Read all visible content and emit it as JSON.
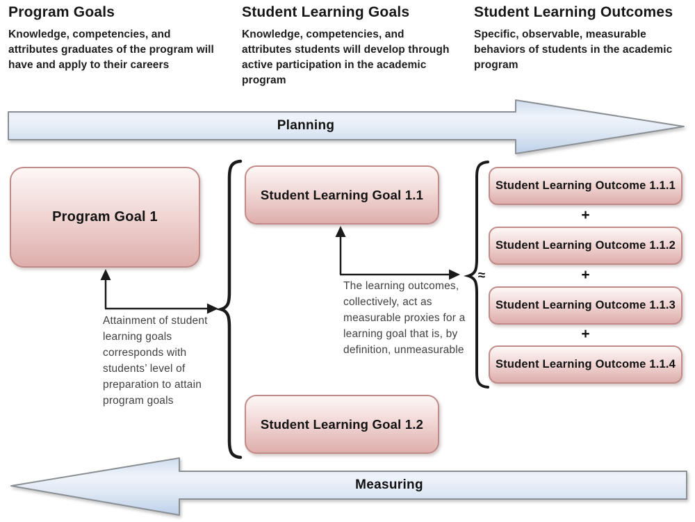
{
  "columns": [
    {
      "title": "Program Goals",
      "description": "Knowledge, competencies, and attributes graduates of the program will have and apply to their careers"
    },
    {
      "title": "Student Learning Goals",
      "description": "Knowledge, competencies, and attributes students will develop through active participation in the academic program"
    },
    {
      "title": "Student Learning Outcomes",
      "description": "Specific, observable, measurable behaviors of students in the academic program"
    }
  ],
  "arrows": {
    "planning_label": "Planning",
    "measuring_label": "Measuring"
  },
  "boxes": {
    "program_goal": "Program Goal 1",
    "learning_goal_1": "Student Learning Goal 1.1",
    "learning_goal_2": "Student Learning Goal 1.2",
    "outcomes": [
      "Student Learning Outcome 1.1.1",
      "Student Learning Outcome 1.1.2",
      "Student Learning Outcome 1.1.3",
      "Student Learning Outcome 1.1.4"
    ]
  },
  "operators": {
    "plus": "+",
    "approx": "≈"
  },
  "annotations": {
    "goal_attainment": "Attainment of student learning goals corresponds with students’ level of preparation to attain program goals",
    "outcome_proxy": "The learning outcomes, collectively, act as measurable proxies for a learning goal that is, by definition, unmeasurable"
  },
  "colors": {
    "pink_top": "#fdf7f6",
    "pink_mid": "#f0d6d4",
    "pink_bottom": "#deaeac",
    "pink_border": "#c08a88",
    "blue_1": "#cfdcee",
    "blue_2": "#eff4fa",
    "blue_3": "#dfe8f4",
    "blue_4": "#bdd0e9",
    "arrow_border": "#8a8f94",
    "line_color": "#1a1a1a",
    "annotation_color": "#3f3f3f"
  }
}
